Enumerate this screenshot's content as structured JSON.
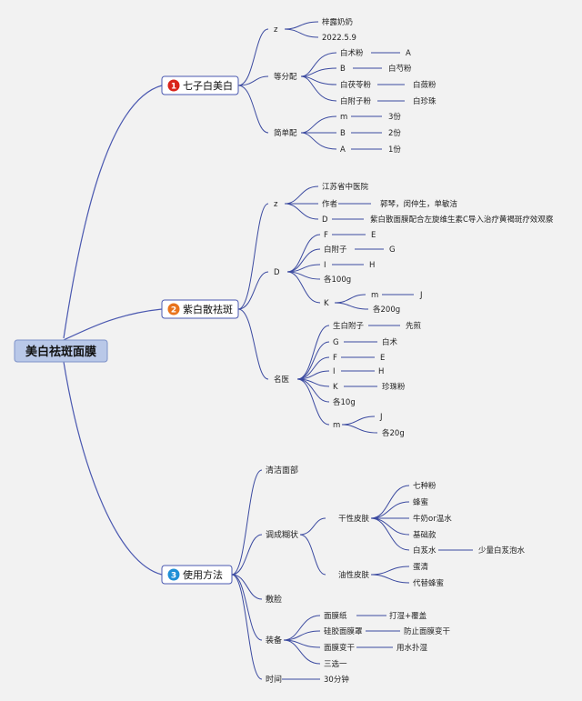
{
  "root": {
    "label": "美白祛斑面膜"
  },
  "branches": [
    {
      "num": "1",
      "label": "七子白美白",
      "color": "#d9241b"
    },
    {
      "num": "2",
      "label": "紫白散祛斑",
      "color": "#e8731c"
    },
    {
      "num": "3",
      "label": "使用方法",
      "color": "#1e8fd6"
    }
  ],
  "nodes": {
    "b1_z": "z",
    "b1_z_1": "梓露奶奶",
    "b1_z_2": "2022.5.9",
    "b1_dfp": "等分配",
    "b1_dfp_1": "白术粉",
    "b1_dfp_1v": "A",
    "b1_dfp_2": "B",
    "b1_dfp_2v": "白芍粉",
    "b1_dfp_3": "白茯苓粉",
    "b1_dfp_3v": "白蔹粉",
    "b1_dfp_4": "白附子粉",
    "b1_dfp_4v": "白珍珠",
    "b1_jdp": "简单配",
    "b1_jdp_1": "m",
    "b1_jdp_1v": "3份",
    "b1_jdp_2": "B",
    "b1_jdp_2v": "2份",
    "b1_jdp_3": "A",
    "b1_jdp_3v": "1份",
    "b2_z": "z",
    "b2_z_1": "江苏省中医院",
    "b2_z_2": "作者",
    "b2_z_2v": "郭琴，闵仲生，单敏洁",
    "b2_z_3": "D",
    "b2_z_3v": "紫白散面膜配合左旋维生素C导入治疗黄褐斑疗效观察",
    "b2_d": "D",
    "b2_d_1": "F",
    "b2_d_1v": "E",
    "b2_d_2": "白附子",
    "b2_d_2v": "G",
    "b2_d_3": "I",
    "b2_d_3v": "H",
    "b2_d_4": "各100g",
    "b2_d_5": "K",
    "b2_d_5a": "m",
    "b2_d_5av": "J",
    "b2_d_5b": "各200g",
    "b2_my": "名医",
    "b2_my_1": "生白附子",
    "b2_my_1v": "先煎",
    "b2_my_2": "G",
    "b2_my_2v": "白术",
    "b2_my_3": "F",
    "b2_my_3v": "E",
    "b2_my_4": "I",
    "b2_my_4v": "H",
    "b2_my_5": "K",
    "b2_my_5v": "珍珠粉",
    "b2_my_6": "各10g",
    "b2_my_7": "m",
    "b2_my_7a": "J",
    "b2_my_7b": "各20g",
    "b3_1": "清洁面部",
    "b3_2": "调成糊状",
    "b3_2a": "干性皮肤",
    "b3_2a_1": "七种粉",
    "b3_2a_2": "蜂蜜",
    "b3_2a_3": "牛奶or温水",
    "b3_2a_4": "基础款",
    "b3_2a_5": "白芨水",
    "b3_2a_5v": "少量白芨泡水",
    "b3_2b": "油性皮肤",
    "b3_2b_1": "蛋清",
    "b3_2b_2": "代替蜂蜜",
    "b3_3": "敷脸",
    "b3_4": "装备",
    "b3_4_1": "面膜纸",
    "b3_4_1v": "打湿+覆盖",
    "b3_4_2": "硅胶面膜罩",
    "b3_4_2v": "防止面膜变干",
    "b3_4_3": "面膜变干",
    "b3_4_3v": "用水扑湿",
    "b3_4_4": "三选一",
    "b3_5": "时间",
    "b3_5v": "30分钟"
  },
  "colors": {
    "line": "#3b4aa0",
    "root_bg": "#b9c8e8",
    "branch_bg": "#ffffff",
    "background": "#f2f2f2"
  }
}
